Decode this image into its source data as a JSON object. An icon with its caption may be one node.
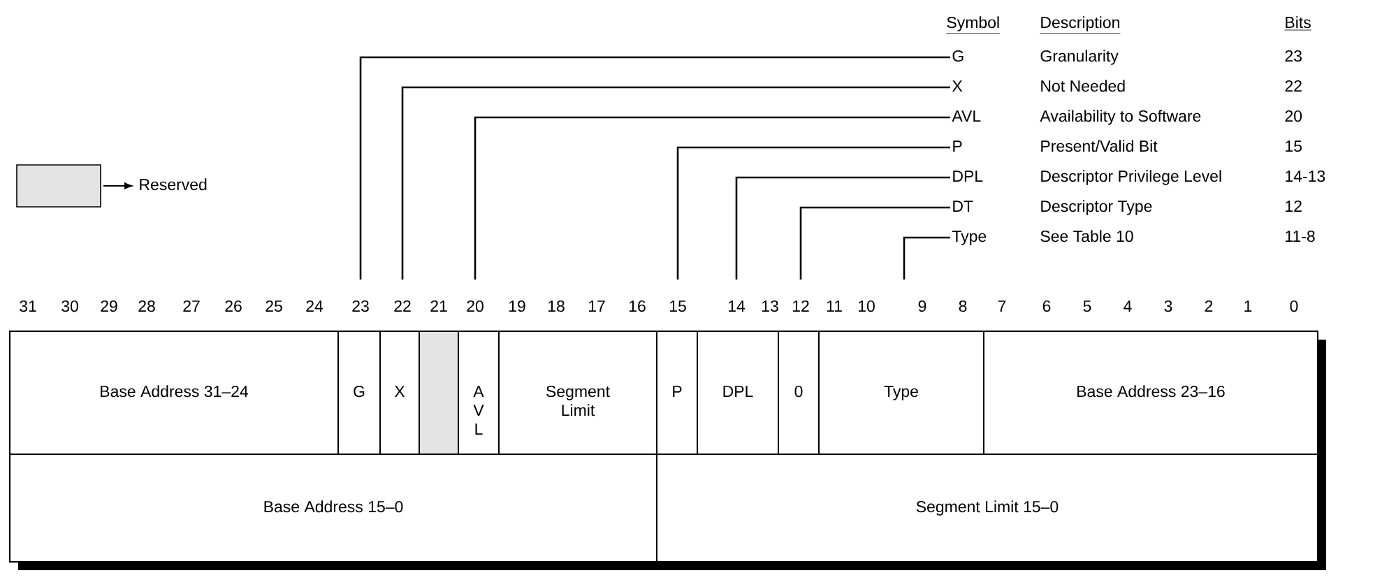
{
  "diagram": {
    "nodes": [
      {
        "text": [
          "Base Address 31–24"
        ]
      },
      {
        "text": [
          "G"
        ]
      },
      {
        "text": [
          "X"
        ]
      },
      {
        "text": [],
        "shape": "box"
      },
      {
        "text": [
          "A V L"
        ]
      },
      {
        "text": [
          "Segment Limit"
        ]
      },
      {
        "text": [
          "P"
        ]
      },
      {
        "text": [
          "DPL"
        ]
      },
      {
        "text": [
          "0"
        ]
      },
      {
        "text": [
          "Type"
        ]
      },
      {
        "text": [
          "Base Address 23–16"
        ]
      },
      {
        "text": [
          "Base Address 15–0"
        ]
      },
      {
        "text": [
          "Segment Limit 15–0"
        ]
      },
      {
        "text": [
          "G"
        ]
      },
      {
        "text": [
          "X"
        ]
      },
      {
        "text": [
          "AVL"
        ]
      },
      {
        "text": [
          "P"
        ]
      },
      {
        "text": [
          "DPL"
        ]
      },
      {
        "text": [
          "DT"
        ]
      },
      {
        "text": [
          "Type"
        ]
      }
    ],
    "edges": [
      {
        "from": 13,
        "to": null,
        "arrow": "none"
      },
      {
        "from": 14,
        "to": null,
        "arrow": "none"
      },
      {
        "from": 15,
        "to": null,
        "arrow": "none"
      },
      {
        "from": 16,
        "to": null,
        "arrow": "none"
      },
      {
        "from": 17,
        "to": null,
        "arrow": "none"
      },
      {
        "from": 18,
        "to": null,
        "arrow": "none"
      },
      {
        "from": 19,
        "to": null,
        "arrow": "none"
      }
    ],
    "labels": [
      "Symbol",
      "Description",
      "Bits",
      "Granularity",
      "23",
      "Not Needed",
      "22",
      "Availability to Software",
      "20",
      "Present/Valid Bit",
      "15",
      "Descriptor Privilege Level",
      "14-13",
      "Descriptor Type",
      "12",
      "See Table 10",
      "11-8",
      "31",
      "30",
      "29",
      "28",
      "27",
      "26",
      "25",
      "24",
      "23",
      "22",
      "21",
      "20",
      "19",
      "18",
      "17",
      "16",
      "15",
      "14",
      "13",
      "12",
      "11",
      "10",
      "9",
      "8",
      "7",
      "6",
      "5",
      "4",
      "3",
      "2",
      "1",
      "0"
    ],
    "legend": [
      {
        "text": "Reserved",
        "color": "#e4e4e4"
      }
    ]
  }
}
